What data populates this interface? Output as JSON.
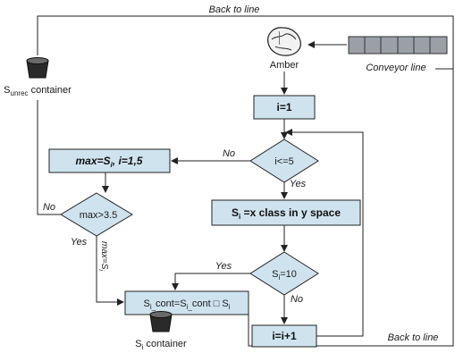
{
  "colors": {
    "box_fill": "#cfe3ef",
    "stroke": "#222222",
    "bin": "#2a2a2a"
  },
  "labels": {
    "back_to_line_top": "Back to line",
    "back_to_line_bottom": "Back to line",
    "amber": "Amber",
    "conveyor_line": "Conveyor line",
    "unrec_s": "S",
    "unrec_sub": "unrec",
    "unrec_rest": " container",
    "si_container_s": "S",
    "si_container_sub": "i",
    "si_container_rest": " container"
  },
  "nodes": {
    "init": "i=1",
    "loop_check": "i<=5",
    "max_pre": "max=S",
    "max_sub": "i",
    "max_post": ", i=1,5",
    "classify_s": "S",
    "classify_sub": "i",
    "classify_rest": " =x class in y space",
    "check10_s": "S",
    "check10_sub": "i",
    "check10_rest": "=10",
    "threshold": "max>3.5",
    "cont_a": "S",
    "cont_a_sub": "i_",
    "cont_b": "cont=S",
    "cont_b_sub": "i_",
    "cont_c": "cont □ S",
    "cont_c_sub": "i",
    "increment": "i=i+1"
  },
  "edge_labels": {
    "no_loop": "No",
    "yes_loop": "Yes",
    "yes_check10": "Yes",
    "no_check10": "No",
    "no_threshold": "No",
    "yes_threshold": "Yes",
    "max_eq_pre": "max=S",
    "max_eq_sub": "i"
  },
  "icons": [
    "amber-stone-icon",
    "conveyor-belt-icon",
    "container-bin-icon"
  ]
}
